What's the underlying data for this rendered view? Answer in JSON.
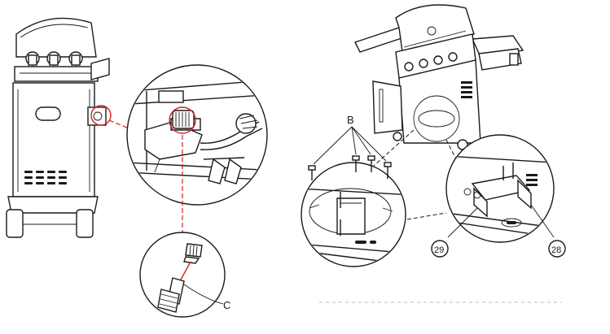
{
  "labels": {
    "part_b": "B",
    "part_c": "C",
    "part_29": "29",
    "part_28": "28"
  },
  "colors": {
    "line": "#1a1a1a",
    "callout": "#d62020",
    "background": "#ffffff"
  }
}
